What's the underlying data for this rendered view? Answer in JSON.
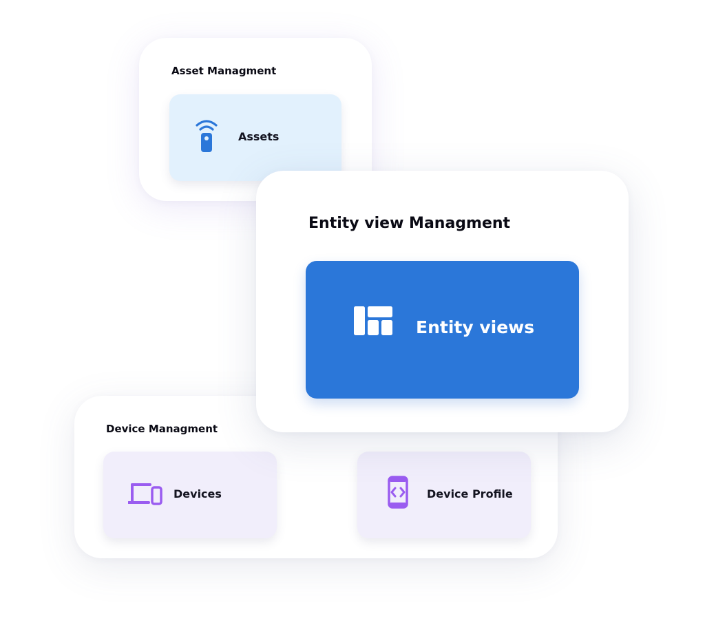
{
  "asset_management": {
    "title": "Asset Managment",
    "tiles": [
      {
        "label": "Assets",
        "icon": "remote-wifi-icon",
        "background": "#e2f1fd",
        "icon_color": "#2b77d9"
      }
    ]
  },
  "entity_view_management": {
    "title": "Entity view Managment",
    "tiles": [
      {
        "label": "Entity views",
        "icon": "dashboard-layout-icon",
        "background": "#2b77d9",
        "icon_color": "#ffffff"
      }
    ]
  },
  "device_management": {
    "title": "Device Managment",
    "tiles": [
      {
        "label": "Devices",
        "icon": "devices-icon",
        "background": "#f1eefb",
        "icon_color": "#9a5cf0"
      },
      {
        "label": "Device Profile",
        "icon": "code-phone-icon",
        "background": "#f1eefb",
        "icon_color": "#9a5cf0"
      }
    ]
  }
}
